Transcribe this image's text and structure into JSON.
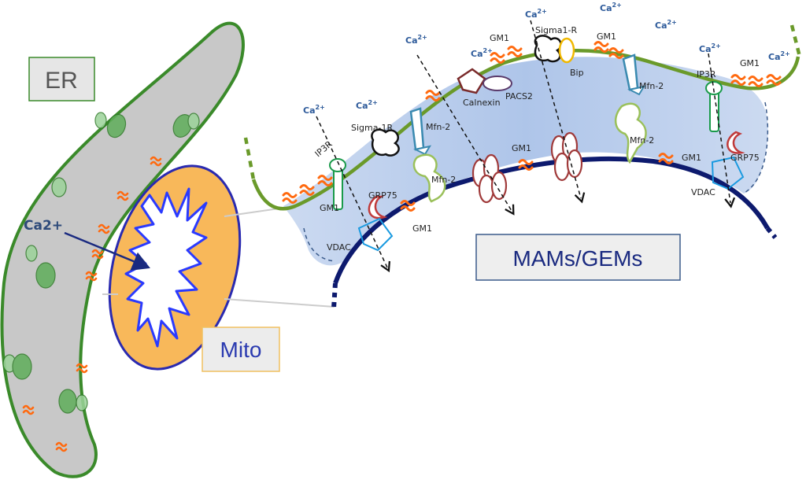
{
  "labels": {
    "er": "ER",
    "mito": "Mito",
    "mams": "MAMs/GEMs",
    "ca2_main": "Ca2+",
    "ca": "Ca",
    "ca_sup": "2+",
    "gm1": "GM1",
    "ip3r": "IP3R",
    "grp75": "GRP75",
    "vdac": "VDAC",
    "sigma1r_a": "Sigma-1R",
    "sigma1r_b": "Sigma1-R",
    "mfn2": "Mfn-2",
    "calnexin": "Calnexin",
    "pacs2": "PACS2",
    "bip": "Bip"
  },
  "colors": {
    "er_fill": "#c8c8c8",
    "er_stroke": "#3a8a2a",
    "mito_fill": "#f8b85a",
    "mito_stroke": "#2a2ab0",
    "mam_fill": "#b8cdeb",
    "outer_membrane": "#0d1a6e",
    "gm1": "#ff6a10",
    "ca_text": "#2d5a9a"
  }
}
